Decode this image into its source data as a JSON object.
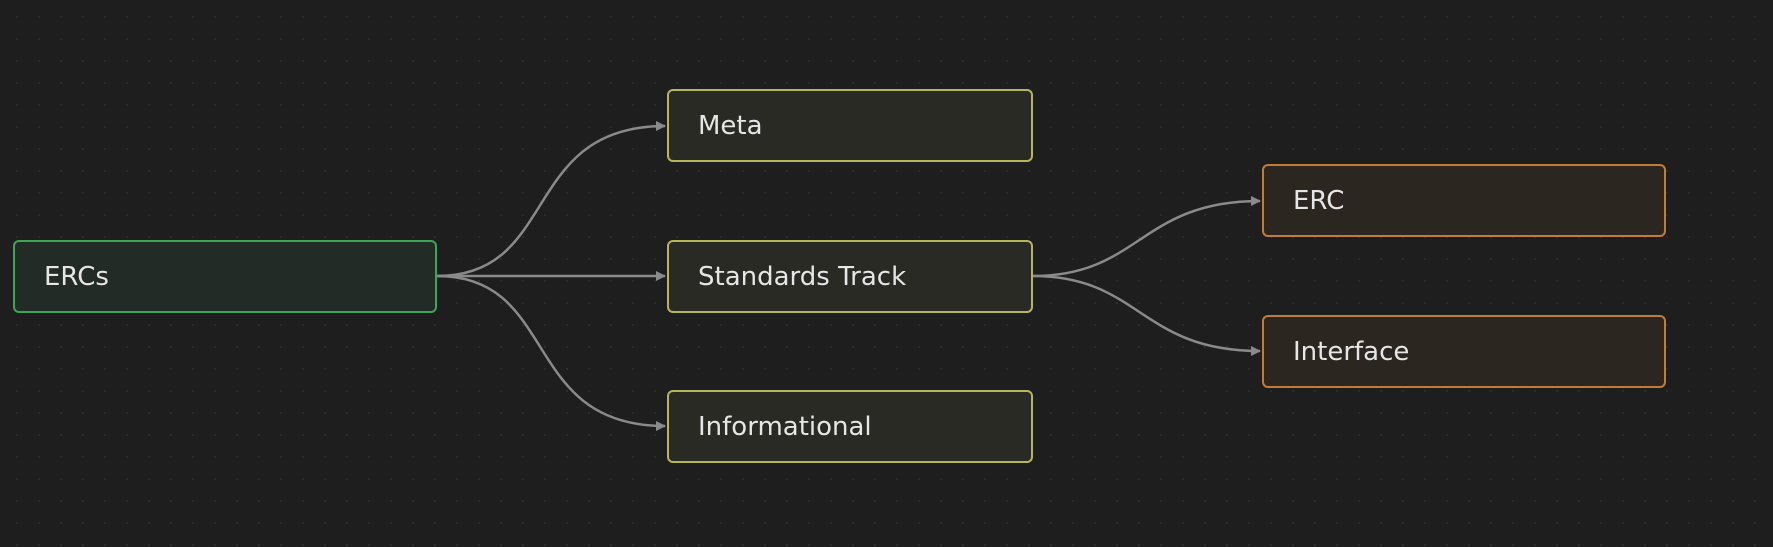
{
  "diagram": {
    "nodes": [
      {
        "id": "ercs",
        "label": "ERCs",
        "level": 0
      },
      {
        "id": "meta",
        "label": "Meta",
        "level": 1
      },
      {
        "id": "standards",
        "label": "Standards Track",
        "level": 1
      },
      {
        "id": "informational",
        "label": "Informational",
        "level": 1
      },
      {
        "id": "erc",
        "label": "ERC",
        "level": 2
      },
      {
        "id": "interface",
        "label": "Interface",
        "level": 2
      }
    ],
    "edges": [
      {
        "from": "ercs",
        "to": "meta"
      },
      {
        "from": "ercs",
        "to": "standards"
      },
      {
        "from": "ercs",
        "to": "informational"
      },
      {
        "from": "standards",
        "to": "erc"
      },
      {
        "from": "standards",
        "to": "interface"
      }
    ],
    "colors": {
      "background": "#1e1e1e",
      "edge": "#8a8a8a",
      "root_border": "#3aa657",
      "level1_border": "#b5b55c",
      "level2_border": "#c07d38",
      "text": "#e6e6e6"
    }
  }
}
